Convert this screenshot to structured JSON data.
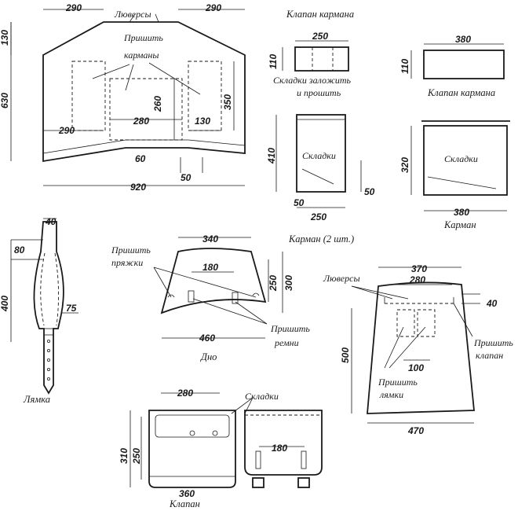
{
  "main_panel": {
    "labels": {
      "grommets": "Люверсы",
      "sew_pockets": "Пришить\nкарманы"
    },
    "dims": {
      "top_left": "290",
      "top_right": "290",
      "gable_height": "130",
      "total_height": "630",
      "pocket_height": "260",
      "side_pocket_height": "350",
      "left_offset": "290",
      "pocket_width": "280",
      "side_pocket_width": "130",
      "bottom_curve": "60",
      "bottom_gap": "50",
      "total_width": "920"
    }
  },
  "flap_top_middle": {
    "title": "Клапан кармана",
    "dims": {
      "width": "250",
      "height": "110"
    },
    "note": "Складки заложить\nи прошить"
  },
  "flap_top_right": {
    "title": "Клапан кармана",
    "dims": {
      "width": "380",
      "height": "110"
    }
  },
  "pocket_small": {
    "label": "Складки",
    "dims": {
      "height": "410",
      "fold": "50",
      "bottom": "50",
      "width": "250"
    }
  },
  "pocket_large": {
    "label": "Складки",
    "title": "Карман",
    "dims": {
      "height": "320",
      "width": "380"
    }
  },
  "pocket_caption": "Карман (2 шт.)",
  "strap": {
    "title": "Лямка",
    "dims": {
      "top_width": "40",
      "top_len": "80",
      "length": "400",
      "width": "75"
    }
  },
  "bottom_part": {
    "title": "Дно",
    "labels": {
      "buckles": "Пришить\nпряжки",
      "straps": "Пришить\nремни"
    },
    "dims": {
      "top": "340",
      "inner": "180",
      "height_inner": "250",
      "height": "300",
      "bottom": "460"
    }
  },
  "back_part": {
    "labels": {
      "grommets": "Люверсы",
      "flap": "Пришить\nклапан",
      "straps": "Пришить\nлямки"
    },
    "dims": {
      "top": "370",
      "inner": "280",
      "side": "40",
      "height": "500",
      "straps_w": "100",
      "bottom": "470"
    }
  },
  "flap_bottom": {
    "title": "Клапан",
    "label": "Складки",
    "dims": {
      "top": "280",
      "height": "310",
      "inner_height": "250",
      "width": "360",
      "straps": "180"
    }
  }
}
